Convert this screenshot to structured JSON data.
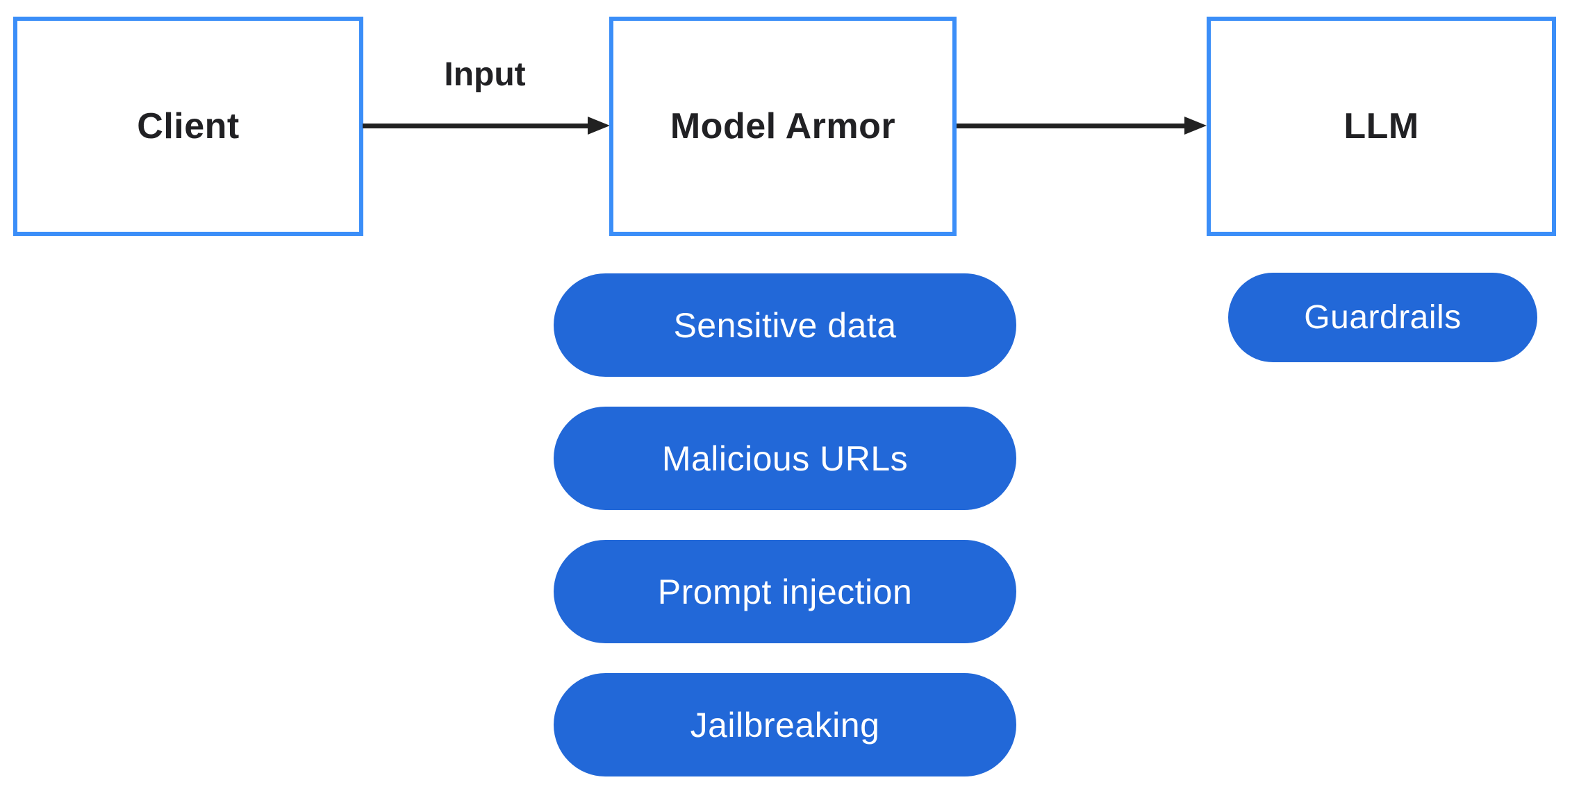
{
  "diagram": {
    "nodes": {
      "client": "Client",
      "model_armor": "Model Armor",
      "llm": "LLM"
    },
    "edge_labels": {
      "client_to_model_armor": "Input"
    },
    "model_armor_checks": [
      "Sensitive data",
      "Malicious URLs",
      "Prompt injection",
      "Jailbreaking"
    ],
    "llm_tags": [
      "Guardrails"
    ],
    "colors": {
      "pill_fill": "#2268d8",
      "pill_text": "#ffffff",
      "node_border": "#3b8ef8",
      "node_text": "#212124",
      "arrow": "#212121",
      "background": "#ffffff"
    }
  }
}
